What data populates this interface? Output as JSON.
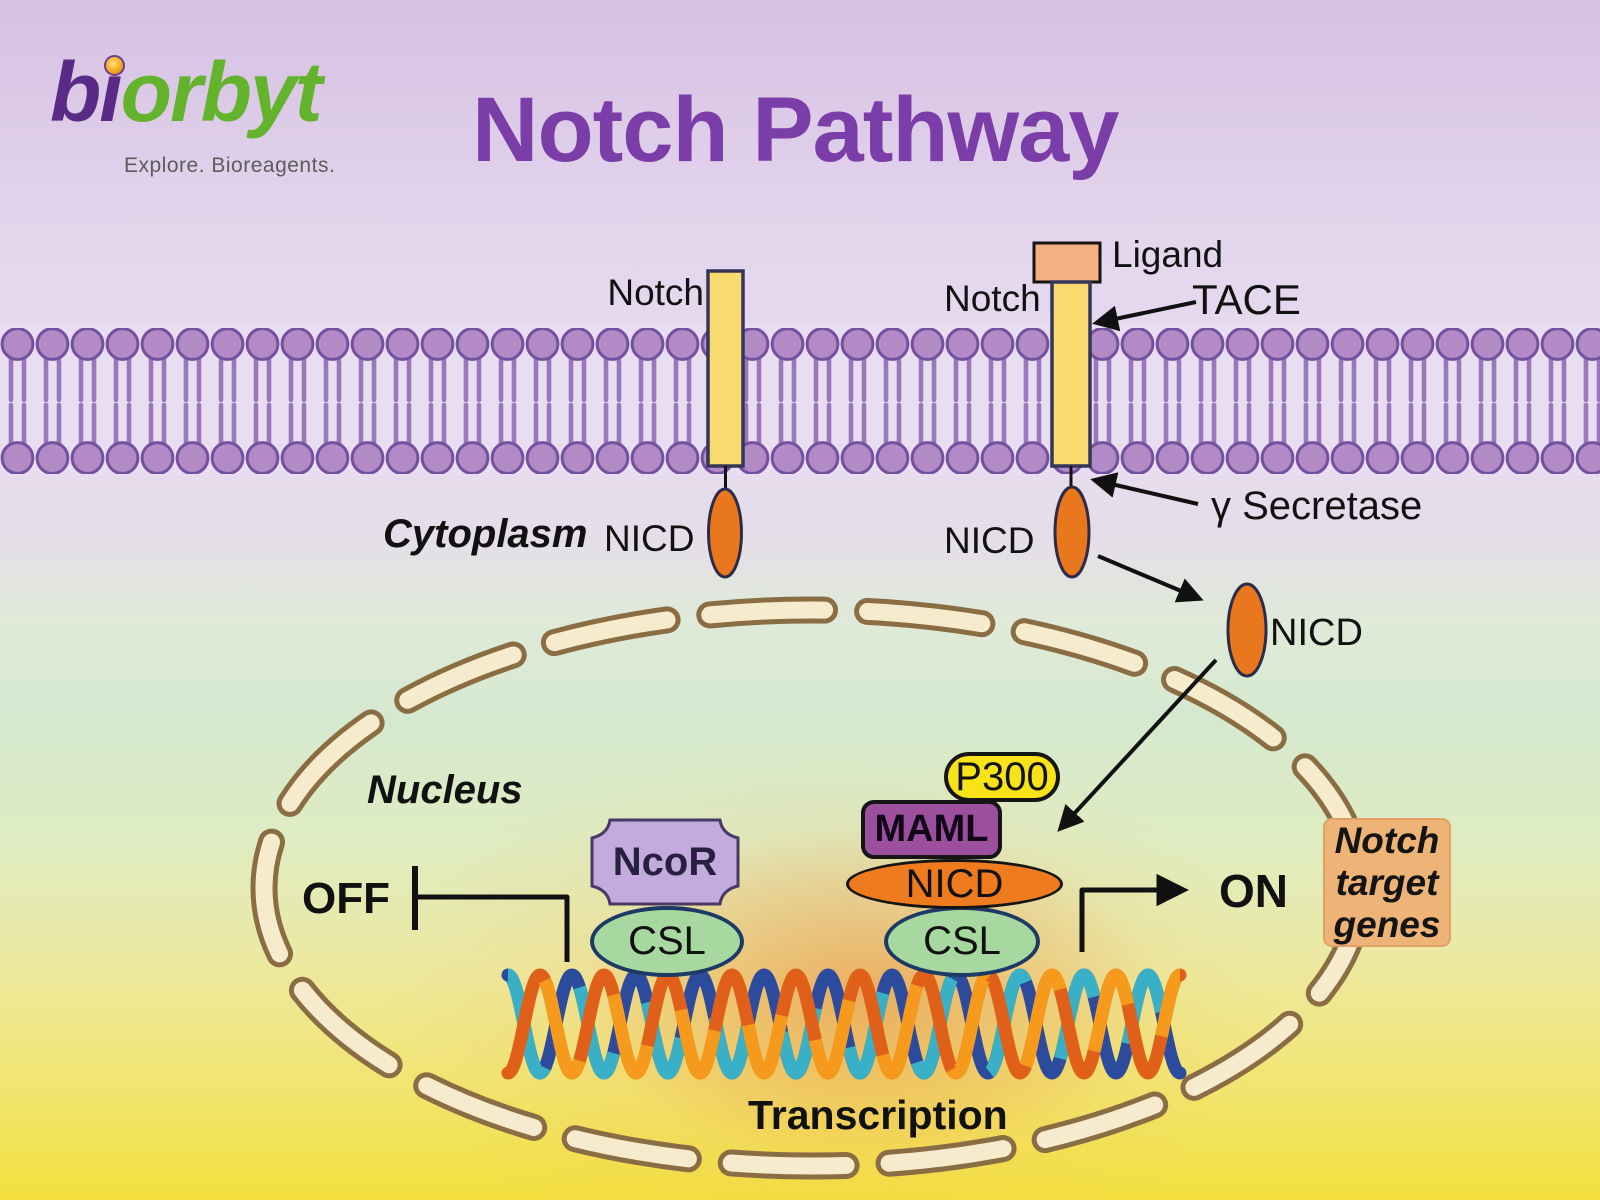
{
  "brand": {
    "logo_bi": "bı",
    "logo_orbyt": "orbyt",
    "tagline": "Explore. Bioreagents."
  },
  "title": "Notch Pathway",
  "labels": {
    "notch_left": "Notch",
    "notch_right": "Notch",
    "ligand": "Ligand",
    "tace": "TACE",
    "cytoplasm": "Cytoplasm",
    "nicd_membrane_left": "NICD",
    "nicd_membrane_right": "NICD",
    "gamma_secretase": "γ Secretase",
    "nicd_free": "NICD",
    "nucleus": "Nucleus",
    "off": "OFF",
    "on": "ON",
    "transcription": "Transcription"
  },
  "molecules": {
    "p300": "P300",
    "maml": "MAML",
    "nicd_complex": "NICD",
    "csl_off": "CSL",
    "csl_on": "CSL",
    "ncor": "NcoR",
    "target_genes_lines": [
      "Notch",
      "target",
      "genes"
    ]
  },
  "colors": {
    "title_purple": "#7b3da8",
    "logo_purple": "#5a2b86",
    "logo_green": "#64b32d",
    "membrane_head": "#b28ac6",
    "membrane_outline": "#74519e",
    "receptor_yellow": "#f8da6e",
    "ligand_peach": "#f3b083",
    "nicd_orange": "#e9771e",
    "p300_yellow": "#f7e318",
    "maml_purple": "#9c4f9c",
    "csl_green": "#a7d8a0",
    "ncor_lavender": "#c4abdd",
    "envelope_cream": "#f6eccd",
    "envelope_brown": "#8a6d42",
    "dna_orange": "#e0601a",
    "dna_light_orange": "#f69a1e",
    "dna_navy": "#2c4b9d",
    "dna_cyan": "#3ab0c6",
    "target_genes_peach": "#eeb377"
  }
}
